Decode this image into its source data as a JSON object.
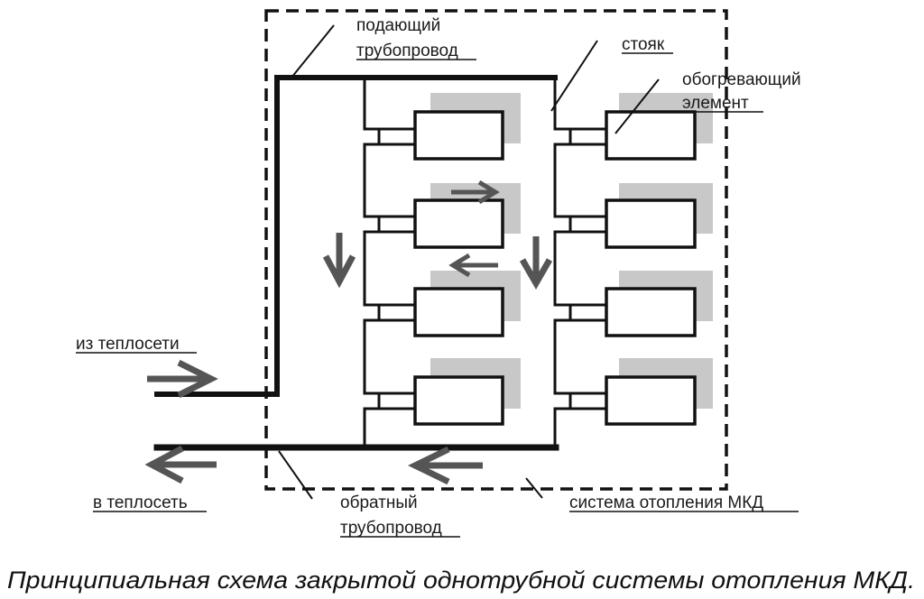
{
  "labels": {
    "supply_pipe_1": "подающий",
    "supply_pipe_2": "трубопровод",
    "riser": "стояк",
    "heating_element_1": "обогревающий",
    "heating_element_2": "элемент",
    "from_network": "из теплосети",
    "to_network": "в теплосеть",
    "return_pipe_1": "обратный",
    "return_pipe_2": "трубопровод",
    "system": "система отопления МКД"
  },
  "caption": "Принципиальная схема закрытой однотрубной системы отопления МКД.",
  "colors": {
    "pipe": "#111111",
    "radiator_fill": "#ffffff",
    "radiator_shadow": "#c8c8c8",
    "arrow": "#555555",
    "boundary": "#111111",
    "background": "#ffffff"
  }
}
